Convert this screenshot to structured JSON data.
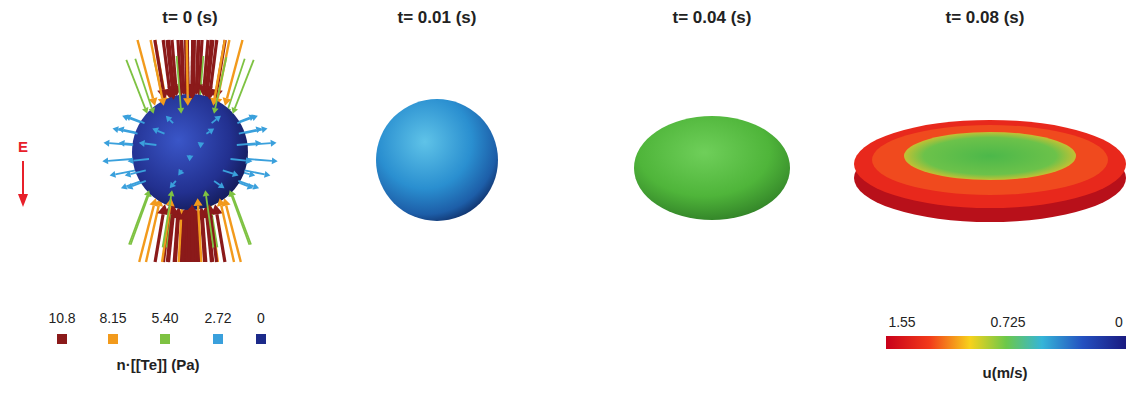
{
  "diagram": {
    "labels": [
      "t= 0 (s)",
      "t= 0.01 (s)",
      "t= 0.04 (s)",
      "t= 0.08 (s)",
      "E",
      "n·[[Te]] (Pa)",
      "1.55",
      "0.725",
      "0",
      "u(m/s)"
    ],
    "legend": [
      {
        "text": "10.8",
        "color": "#8b1a1a"
      },
      {
        "text": "8.15",
        "color": "#f29a1c"
      },
      {
        "text": "5.40",
        "color": "#7ec242"
      },
      {
        "text": "2.72",
        "color": "#3aa0dc"
      },
      {
        "text": "0",
        "color": "#1c2a8a"
      }
    ]
  }
}
